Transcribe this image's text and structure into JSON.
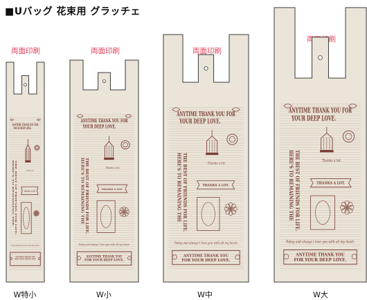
{
  "header": {
    "title": "■Uバッグ 花束用 グラッチェ"
  },
  "colors": {
    "bag_fill": "#ebe5d9",
    "bag_outline": "#3a3a3a",
    "print_ink": "#7a3f36",
    "label_red": "#e0405a"
  },
  "print_text": {
    "headline_1": "ANYTIME THANK YOU FOR",
    "headline_2": "YOUR DEEP LOVE.",
    "vertical_left": "HERE'S TO REMAINING THE",
    "vertical_left_2": "THE BEST OF FRIENDS FOR LIFE.",
    "small_title": "Thanks a lot.",
    "banner": "THANKS A LOT.",
    "tagline": "Today and always I love you with all my heart.",
    "footer_1": "ANYTIME THANK YOU",
    "footer_2": "FOR YOUR DEEP LOVE."
  },
  "bags": [
    {
      "id": "w-tokusho",
      "print_label": "両面印刷",
      "size_label": "W特小"
    },
    {
      "id": "w-sho",
      "print_label": "両面印刷",
      "size_label": "W小"
    },
    {
      "id": "w-chu",
      "print_label": "両面印刷",
      "size_label": "W中"
    },
    {
      "id": "w-dai",
      "print_label": "両面印刷",
      "size_label": "W大"
    }
  ]
}
